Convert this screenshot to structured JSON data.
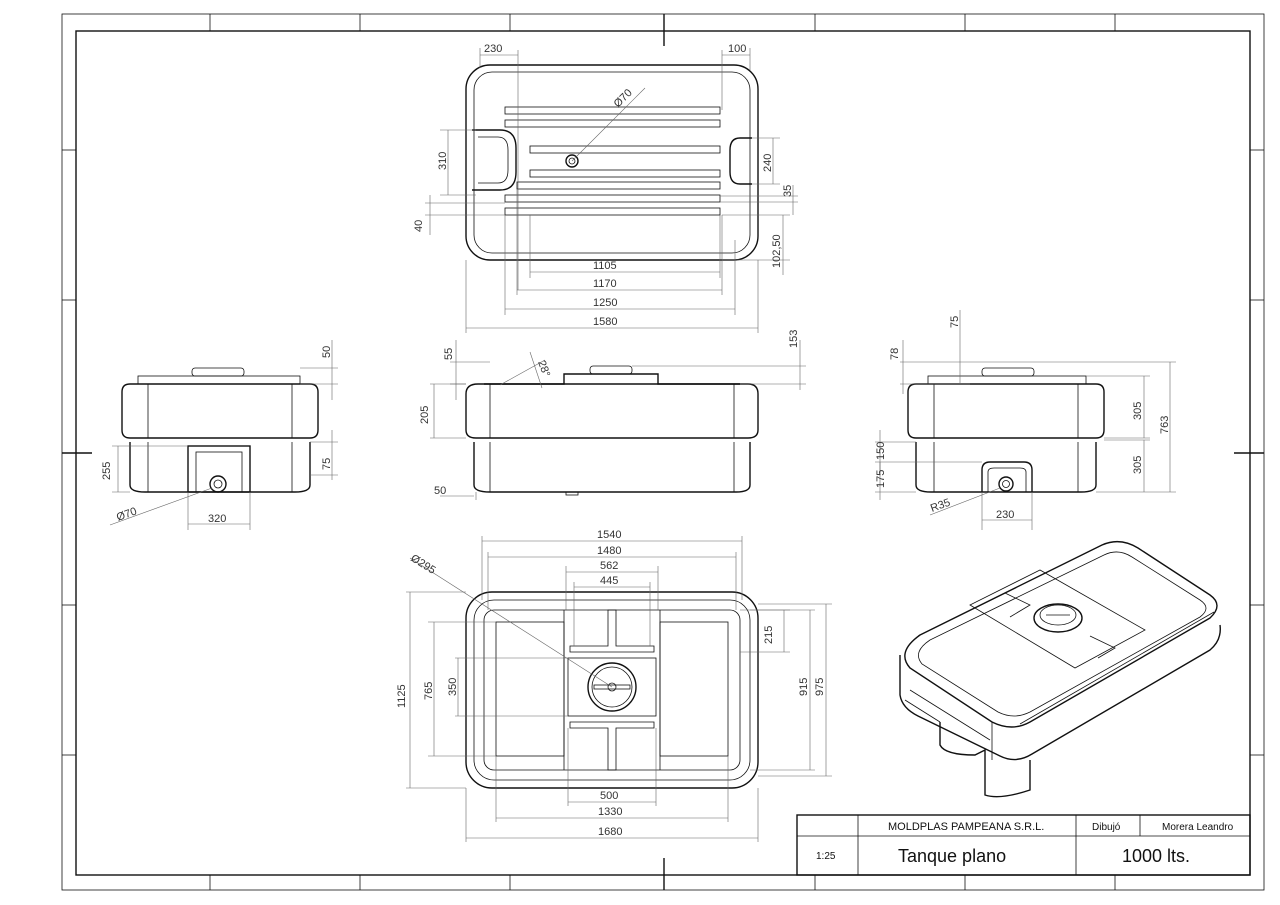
{
  "title_block": {
    "company": "MOLDPLAS PAMPEANA S.R.L.",
    "drawn_label": "Dibujó",
    "drawn_by": "Morera Leandro",
    "scale": "1:25",
    "part_name": "Tanque plano",
    "capacity": "1000 lts."
  },
  "top_view_dims": {
    "d230": "230",
    "d100": "100",
    "phi70": "Ø70",
    "d310": "310",
    "d240": "240",
    "d35": "35",
    "d40": "40",
    "d10250": "102,50",
    "d1105": "1105",
    "d1170": "1170",
    "d1250": "1250",
    "d1580": "1580"
  },
  "left_view_dims": {
    "d50": "50",
    "d255": "255",
    "d75": "75",
    "phi70": "Ø70",
    "d320": "320"
  },
  "front_view_dims": {
    "d55": "55",
    "d28": "28°",
    "d153": "153",
    "d205": "205",
    "d50": "50"
  },
  "right_view_dims": {
    "d75": "75",
    "d78": "78",
    "d305a": "305",
    "d763": "763",
    "d150": "150",
    "d175": "175",
    "d305b": "305",
    "r35": "R35",
    "d230": "230"
  },
  "bottom_view_dims": {
    "d1540": "1540",
    "d1480": "1480",
    "phi295": "Ø295",
    "d562": "562",
    "d445": "445",
    "d215": "215",
    "d1125": "1125",
    "d765": "765",
    "d350": "350",
    "d915": "915",
    "d975": "975",
    "d500": "500",
    "d1330": "1330",
    "d1680": "1680"
  }
}
